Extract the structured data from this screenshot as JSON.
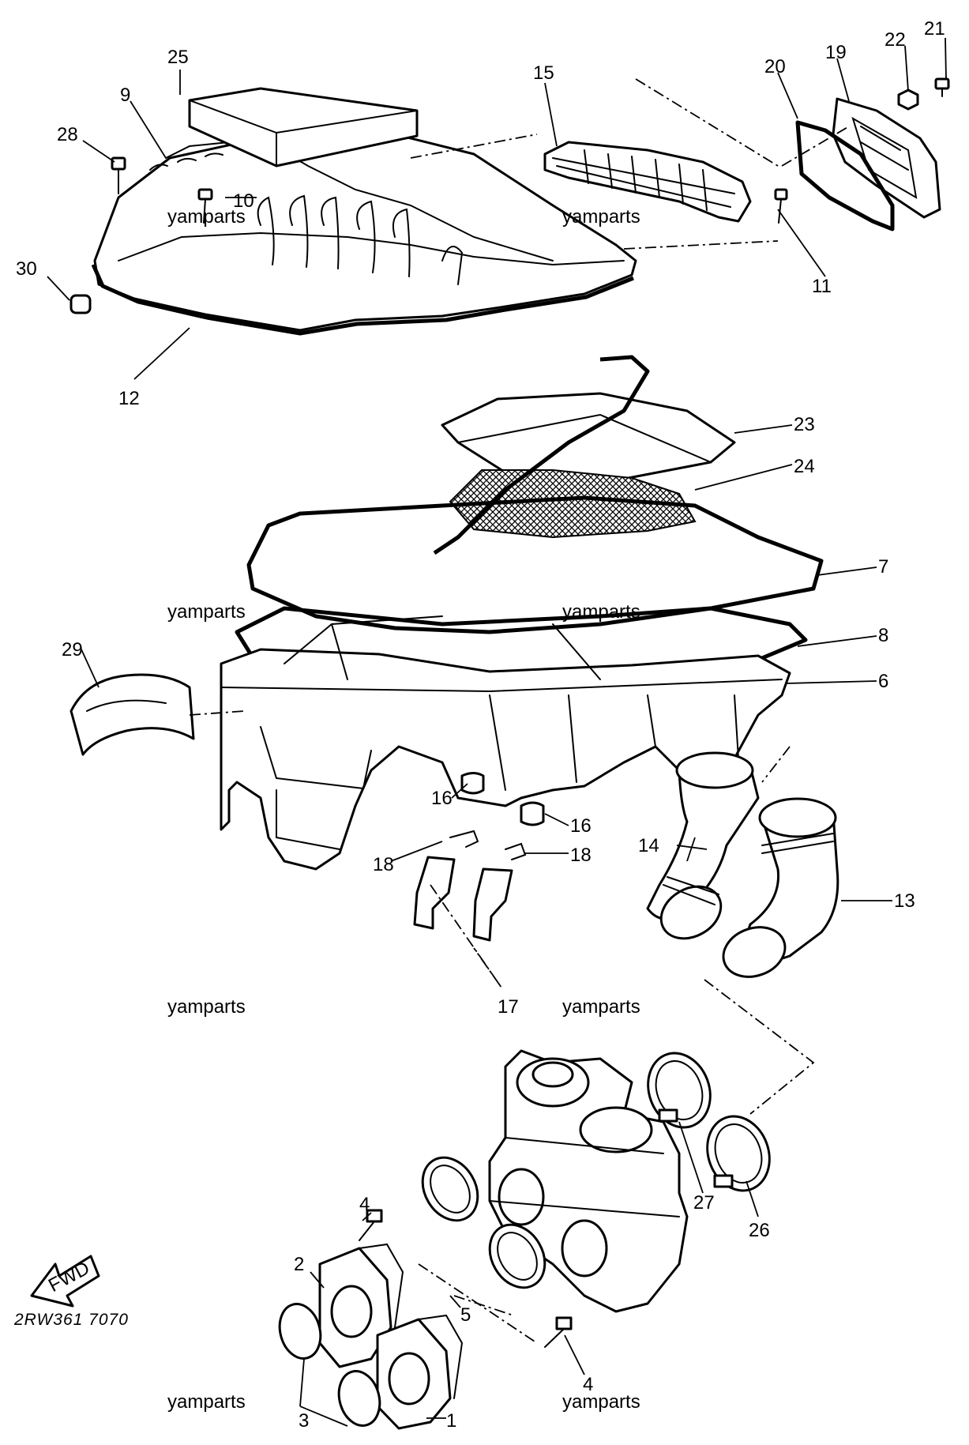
{
  "callouts": {
    "c1": "1",
    "c2": "2",
    "c3": "3",
    "c4a": "4",
    "c4b": "4",
    "c5": "5",
    "c6": "6",
    "c7": "7",
    "c8": "8",
    "c9": "9",
    "c10": "10",
    "c11": "11",
    "c12": "12",
    "c13": "13",
    "c14": "14",
    "c15": "15",
    "c16a": "16",
    "c16b": "16",
    "c17": "17",
    "c18a": "18",
    "c18b": "18",
    "c19": "19",
    "c20": "20",
    "c21": "21",
    "c22": "22",
    "c23": "23",
    "c24": "24",
    "c25": "25",
    "c26": "26",
    "c27": "27",
    "c28": "28",
    "c29": "29",
    "c30": "30"
  },
  "watermarks": [
    "yamparts",
    "yamparts",
    "yamparts",
    "yamparts",
    "yamparts",
    "yamparts",
    "yamparts",
    "yamparts"
  ],
  "diagram_code": "2RW361 7070",
  "fwd_label": "FWD"
}
